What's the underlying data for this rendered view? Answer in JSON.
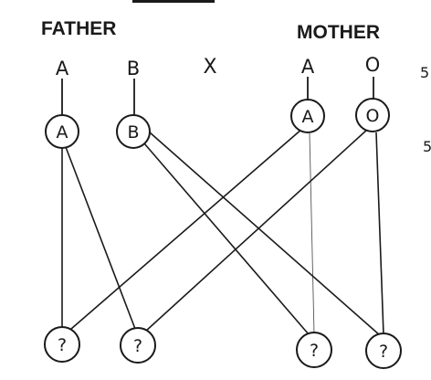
{
  "headings": {
    "father": "FATHER",
    "mother": "MOTHER"
  },
  "cross_symbol": "X",
  "parent_labels": {
    "father_a": "A",
    "father_b": "B",
    "mother_a": "A",
    "mother_o": "O"
  },
  "gametes": {
    "father_a": "A",
    "father_b": "B",
    "mother_a": "A",
    "mother_o": "O"
  },
  "offspring": {
    "o1": "?",
    "o2": "?",
    "o3": "?",
    "o4": "?"
  },
  "margin_marks": [
    "5",
    "5"
  ]
}
